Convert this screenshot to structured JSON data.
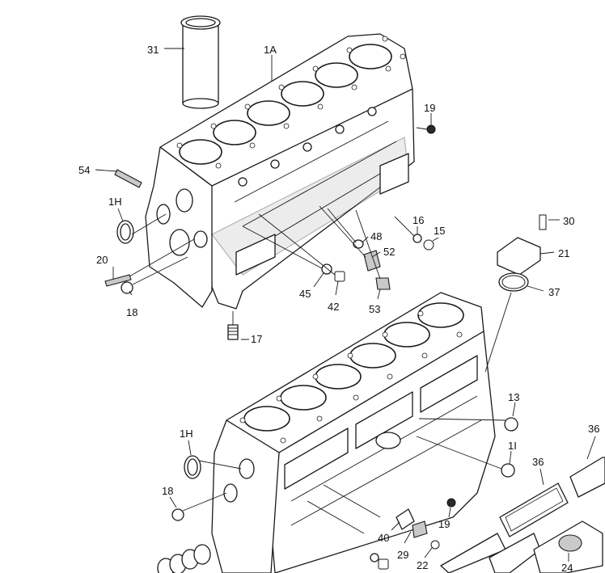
{
  "callouts": {
    "c31": "31",
    "c1A": "1A",
    "c19a": "19",
    "c54": "54",
    "c1Ha": "1H",
    "c20": "20",
    "c18a": "18",
    "c16": "16",
    "c15": "15",
    "c48": "48",
    "c52": "52",
    "c45": "45",
    "c42": "42",
    "c53": "53",
    "c17": "17",
    "c30": "30",
    "c21": "21",
    "c37": "37",
    "c13": "13",
    "c1I": "1I",
    "c36a": "36",
    "c36b": "36",
    "c1Hb": "1H",
    "c18b": "18",
    "c19b": "19",
    "c40": "40",
    "c29": "29",
    "c22": "22",
    "c24": "24"
  }
}
